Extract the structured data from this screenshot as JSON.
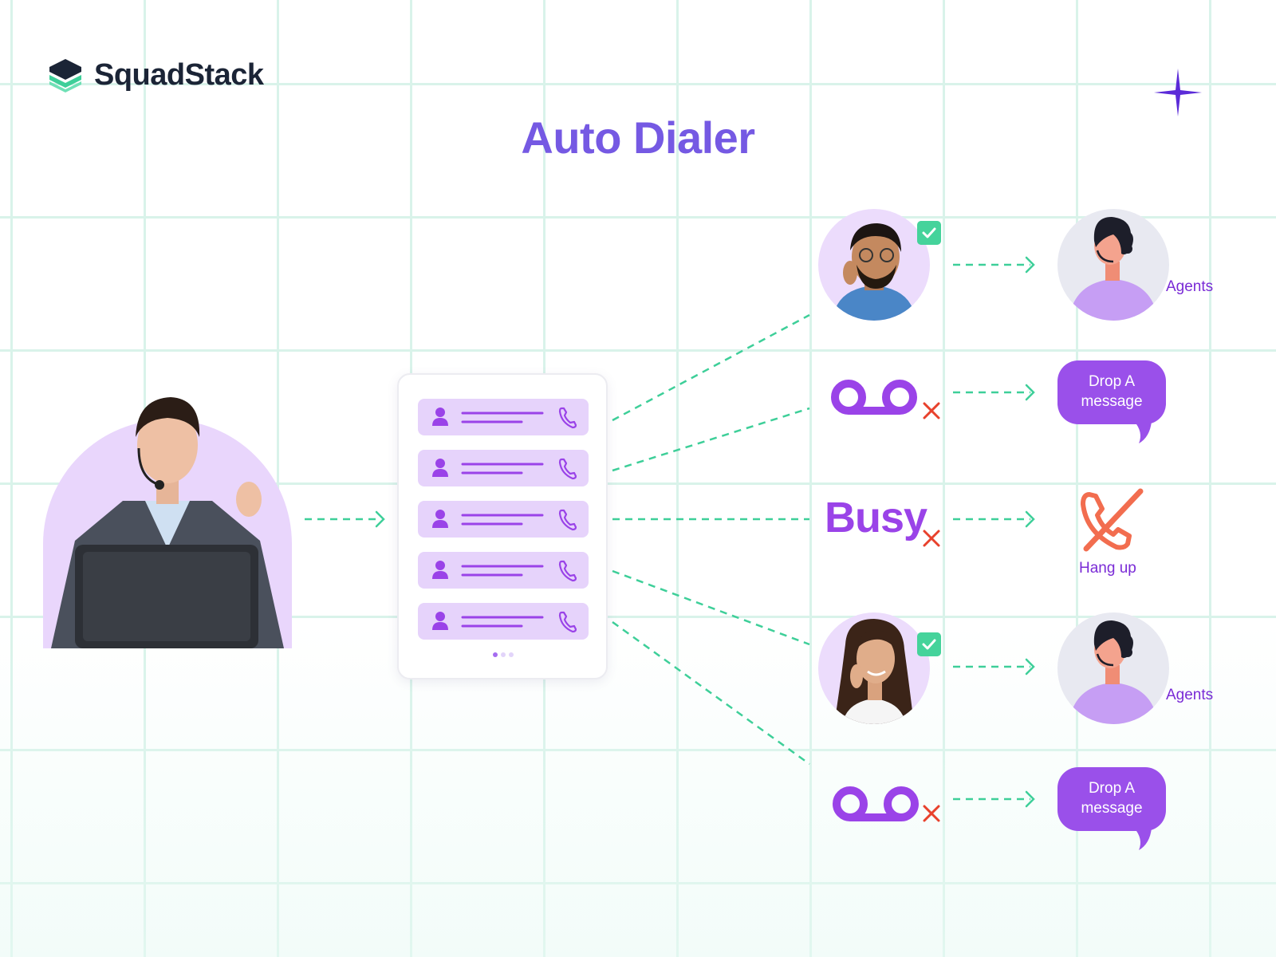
{
  "brand": {
    "name": "SquadStack",
    "logo_icon": "stacked-layers-icon"
  },
  "title": "Auto Dialer",
  "colors": {
    "accent_purple": "#7559e3",
    "bright_purple": "#9a43e8",
    "bubble_purple": "#9a50ea",
    "connector_green": "#3ecf99",
    "check_green": "#45d39b",
    "danger_red": "#e8412c",
    "hangup_orange": "#f26d4f"
  },
  "dialer_list": {
    "row_count": 5,
    "row_icons": [
      "user-icon",
      "phone-icon"
    ]
  },
  "outcomes": [
    {
      "type": "answered",
      "result_label": "Agents",
      "icon": "check-icon"
    },
    {
      "type": "voicemail",
      "result_line1": "Drop A",
      "result_line2": "message",
      "icon": "voicemail-icon"
    },
    {
      "type": "busy",
      "status_text": "Busy",
      "result_label": "Hang up",
      "icon": "hang-up-icon"
    },
    {
      "type": "answered",
      "result_label": "Agents",
      "icon": "check-icon"
    },
    {
      "type": "voicemail",
      "result_line1": "Drop A",
      "result_line2": "message",
      "icon": "voicemail-icon"
    }
  ]
}
